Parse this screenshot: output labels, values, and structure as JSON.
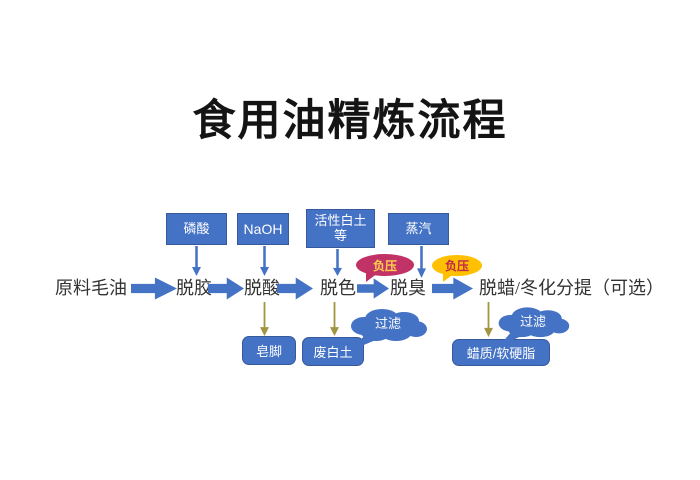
{
  "title": "食用油精炼流程",
  "flow_steps": [
    "原料毛油",
    "脱胶",
    "脱酸",
    "脱色",
    "脱臭",
    "脱蜡/冬化分提（可选）"
  ],
  "inputs": [
    {
      "label": "磷酸"
    },
    {
      "label": "NaOH"
    },
    {
      "label": "活性白土\n等"
    },
    {
      "label": "蒸汽"
    }
  ],
  "pressure_callouts": [
    {
      "label": "负压",
      "fill": "#C13366",
      "text_color": "#FFD24C"
    },
    {
      "label": "负压",
      "fill": "#FFC000",
      "text_color": "#C0274C"
    }
  ],
  "filter_clouds": [
    {
      "label": "过滤"
    },
    {
      "label": "过滤"
    }
  ],
  "byproducts": [
    {
      "label": "皂脚"
    },
    {
      "label": "废白土"
    },
    {
      "label": "蜡质/软硬脂"
    }
  ],
  "colors": {
    "primary_blue": "#4472C4",
    "olive_arrow": "#A2953F",
    "flow_text": "#333333",
    "background": "#FFFFFF"
  }
}
